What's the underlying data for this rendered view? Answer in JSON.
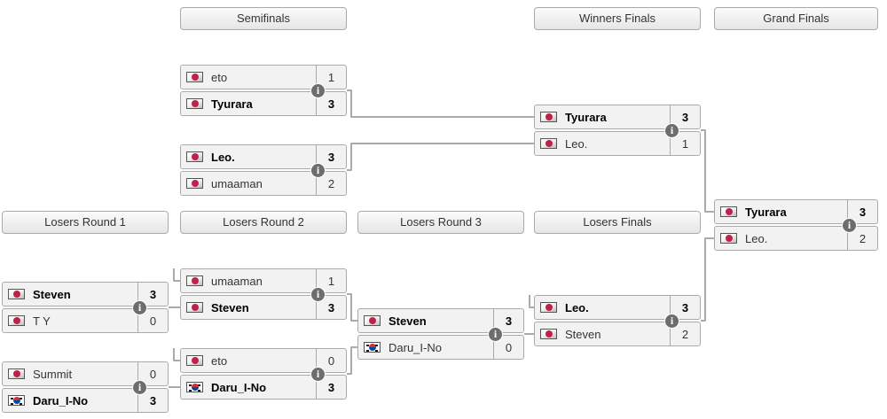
{
  "rounds": {
    "semifinals": "Semifinals",
    "winners_finals": "Winners Finals",
    "grand_finals": "Grand Finals",
    "losers_round_1": "Losers Round 1",
    "losers_round_2": "Losers Round 2",
    "losers_round_3": "Losers Round 3",
    "losers_finals": "Losers Finals"
  },
  "glyphs": {
    "info": "i"
  },
  "colors": {
    "row_background": "#f2f2f2",
    "border": "#aaaaaa",
    "connector": "#aaaaaa",
    "header_gradient_top": "#fbfbfb",
    "header_gradient_bottom": "#e6e6e6",
    "info_icon": "#6d6d6d",
    "flag_japan_red": "#c2204c",
    "flag_korea_red": "#cd2e3a",
    "flag_korea_blue": "#0047a0"
  },
  "matches": [
    {
      "id": "sf1",
      "round": "Semifinals",
      "p1": {
        "name": "eto",
        "flag": "jp",
        "score": "1",
        "winner": false
      },
      "p2": {
        "name": "Tyurara",
        "flag": "jp",
        "score": "3",
        "winner": true
      }
    },
    {
      "id": "sf2",
      "round": "Semifinals",
      "p1": {
        "name": "Leo.",
        "flag": "jp",
        "score": "3",
        "winner": true
      },
      "p2": {
        "name": "umaaman",
        "flag": "jp",
        "score": "2",
        "winner": false
      }
    },
    {
      "id": "wf",
      "round": "Winners Finals",
      "p1": {
        "name": "Tyurara",
        "flag": "jp",
        "score": "3",
        "winner": true
      },
      "p2": {
        "name": "Leo.",
        "flag": "jp",
        "score": "1",
        "winner": false
      }
    },
    {
      "id": "gf",
      "round": "Grand Finals",
      "p1": {
        "name": "Tyurara",
        "flag": "jp",
        "score": "3",
        "winner": true
      },
      "p2": {
        "name": "Leo.",
        "flag": "jp",
        "score": "2",
        "winner": false
      }
    },
    {
      "id": "lr1m1",
      "round": "Losers Round 1",
      "p1": {
        "name": "Steven",
        "flag": "jp",
        "score": "3",
        "winner": true
      },
      "p2": {
        "name": "T Y",
        "flag": "jp",
        "score": "0",
        "winner": false
      }
    },
    {
      "id": "lr1m2",
      "round": "Losers Round 1",
      "p1": {
        "name": "Summit",
        "flag": "jp",
        "score": "0",
        "winner": false
      },
      "p2": {
        "name": "Daru_I-No",
        "flag": "kr",
        "score": "3",
        "winner": true
      }
    },
    {
      "id": "lr2m1",
      "round": "Losers Round 2",
      "p1": {
        "name": "umaaman",
        "flag": "jp",
        "score": "1",
        "winner": false
      },
      "p2": {
        "name": "Steven",
        "flag": "jp",
        "score": "3",
        "winner": true
      }
    },
    {
      "id": "lr2m2",
      "round": "Losers Round 2",
      "p1": {
        "name": "eto",
        "flag": "jp",
        "score": "0",
        "winner": false
      },
      "p2": {
        "name": "Daru_I-No",
        "flag": "kr",
        "score": "3",
        "winner": true
      }
    },
    {
      "id": "lr3",
      "round": "Losers Round 3",
      "p1": {
        "name": "Steven",
        "flag": "jp",
        "score": "3",
        "winner": true
      },
      "p2": {
        "name": "Daru_I-No",
        "flag": "kr",
        "score": "0",
        "winner": false
      }
    },
    {
      "id": "lf",
      "round": "Losers Finals",
      "p1": {
        "name": "Leo.",
        "flag": "jp",
        "score": "3",
        "winner": true
      },
      "p2": {
        "name": "Steven",
        "flag": "jp",
        "score": "2",
        "winner": false
      }
    }
  ]
}
